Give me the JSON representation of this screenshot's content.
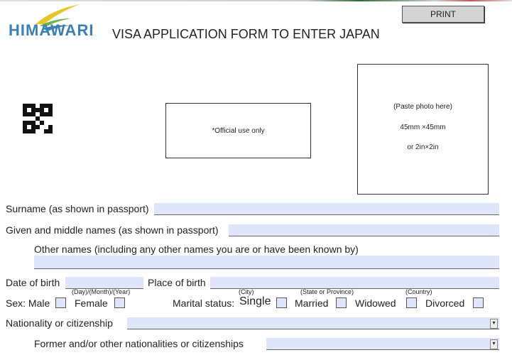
{
  "header": {
    "logo_text": "HIMAWARI",
    "title": "VISA APPLICATION FORM TO ENTER JAPAN",
    "print_label": "PRINT"
  },
  "official": {
    "label": "*Official use only"
  },
  "photo": {
    "line1": "(Paste photo here)",
    "line2": "45mm ×45mm",
    "line3": "or 2in×2in"
  },
  "fields": {
    "surname": "Surname (as shown in passport)",
    "given": "Given and middle names (as shown in passport)",
    "other": "Other names (including any other names you are or have been known by)",
    "dob": "Date of birth",
    "dob_hint": "(Day)/(Month)/(Year)",
    "pob": "Place of birth",
    "city": "(City)",
    "state": "(State or Province)",
    "country": "(Country)",
    "sex": "Sex: Male",
    "female": "Female",
    "marital": "Marital status:",
    "single": "Single",
    "married": "Married",
    "widowed": "Widowed",
    "divorced": "Divorced",
    "nationality": "Nationality or citizenship",
    "former": "Former and/or other nationalities or citizenships"
  },
  "colors": {
    "field": "#dfe5fb",
    "logo": "#3a7fb5"
  }
}
